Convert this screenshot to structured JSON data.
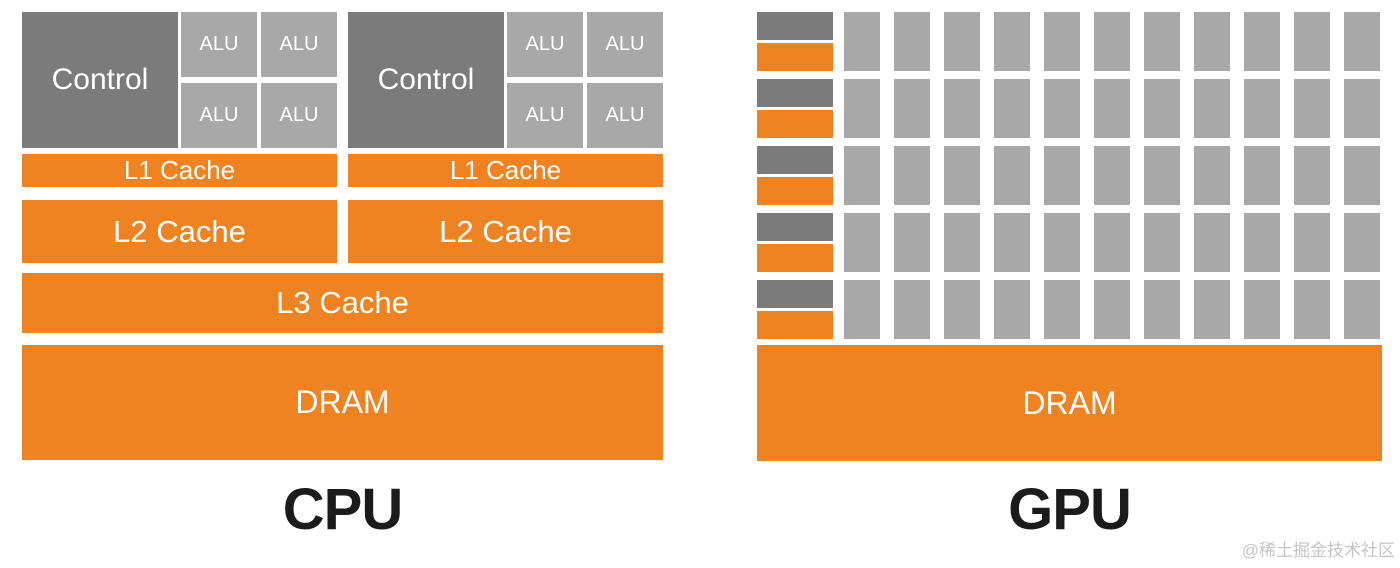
{
  "colors": {
    "orange": "#EF8322",
    "dark_gray": "#7B7B7B",
    "light_gray": "#A8A8A8",
    "label_black": "#1B1B1B",
    "block_text": "#FFFFFF",
    "watermark_gray": "#C5C5C5",
    "background": "#FFFFFF"
  },
  "cpu": {
    "label": "CPU",
    "cores": [
      {
        "control_label": "Control",
        "alu_labels": [
          "ALU",
          "ALU",
          "ALU",
          "ALU"
        ],
        "l1_label": "L1 Cache",
        "l2_label": "L2 Cache"
      },
      {
        "control_label": "Control",
        "alu_labels": [
          "ALU",
          "ALU",
          "ALU",
          "ALU"
        ],
        "l1_label": "L1 Cache",
        "l2_label": "L2 Cache"
      }
    ],
    "l3_label": "L3 Cache",
    "dram_label": "DRAM"
  },
  "gpu": {
    "label": "GPU",
    "rows": 5,
    "columns": 11,
    "dram_label": "DRAM"
  },
  "watermark": "@稀土掘金技术社区"
}
